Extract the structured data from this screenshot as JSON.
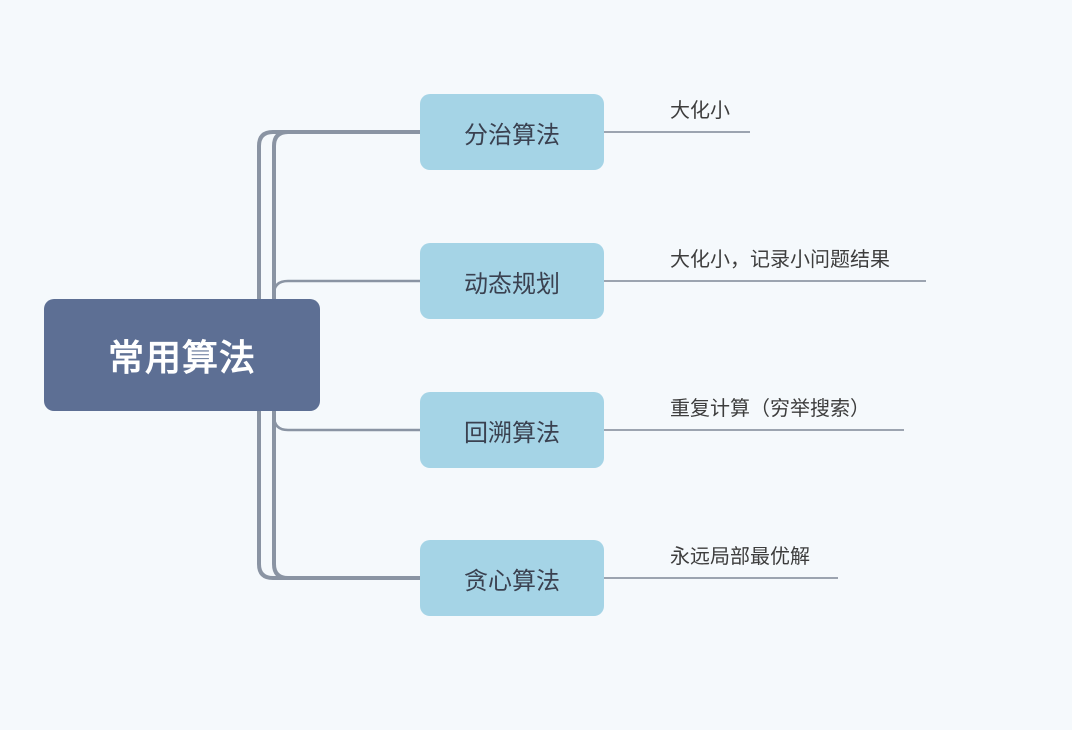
{
  "root": {
    "label": "常用算法"
  },
  "branches": [
    {
      "label": "分治算法",
      "note": "大化小"
    },
    {
      "label": "动态规划",
      "note": "大化小，记录小问题结果"
    },
    {
      "label": "回溯算法",
      "note": "重复计算（穷举搜索）"
    },
    {
      "label": "贪心算法",
      "note": "永远局部最优解"
    }
  ],
  "colors": {
    "background": "#f5f9fc",
    "root_fill": "#5d6f94",
    "branch_fill": "#a5d4e6",
    "connector": "#8a94a3",
    "leaf_line": "#7f8896"
  }
}
